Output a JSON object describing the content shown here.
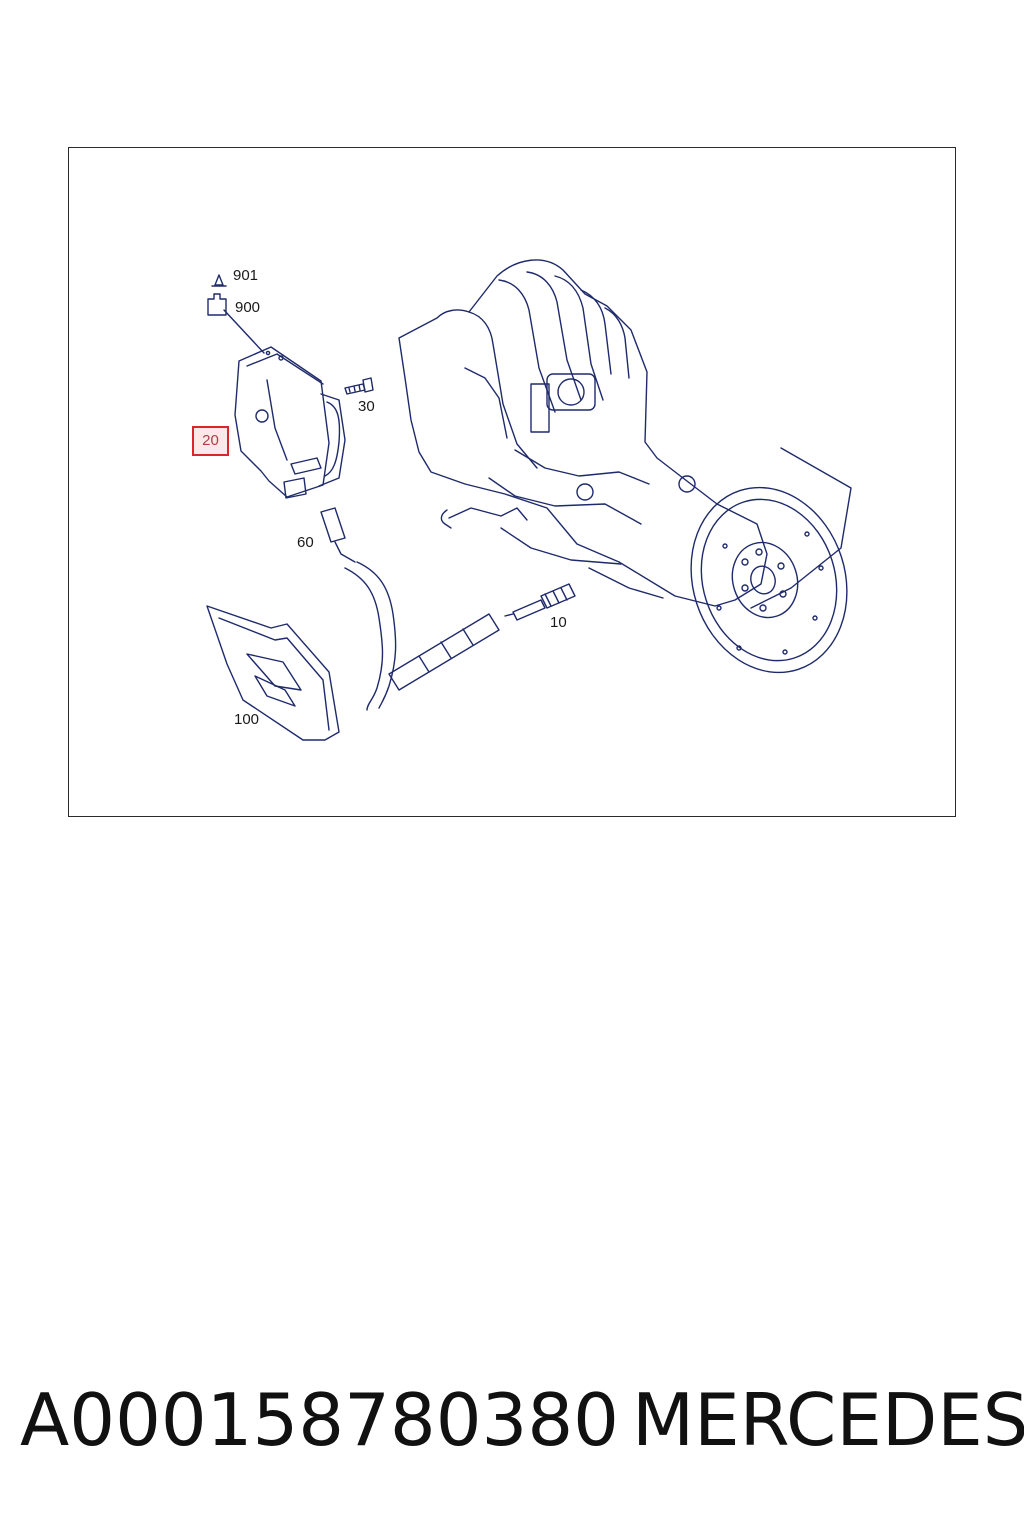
{
  "diagram": {
    "callouts": {
      "c901": "901",
      "c900": "900",
      "c30": "30",
      "c20": "20",
      "c60": "60",
      "c10": "10",
      "c100": "100"
    },
    "highlight_color": "#d9262b",
    "line_color": "#1f2a6b"
  },
  "caption": {
    "part_number": "A000158780380",
    "brand": "MERCEDES"
  }
}
